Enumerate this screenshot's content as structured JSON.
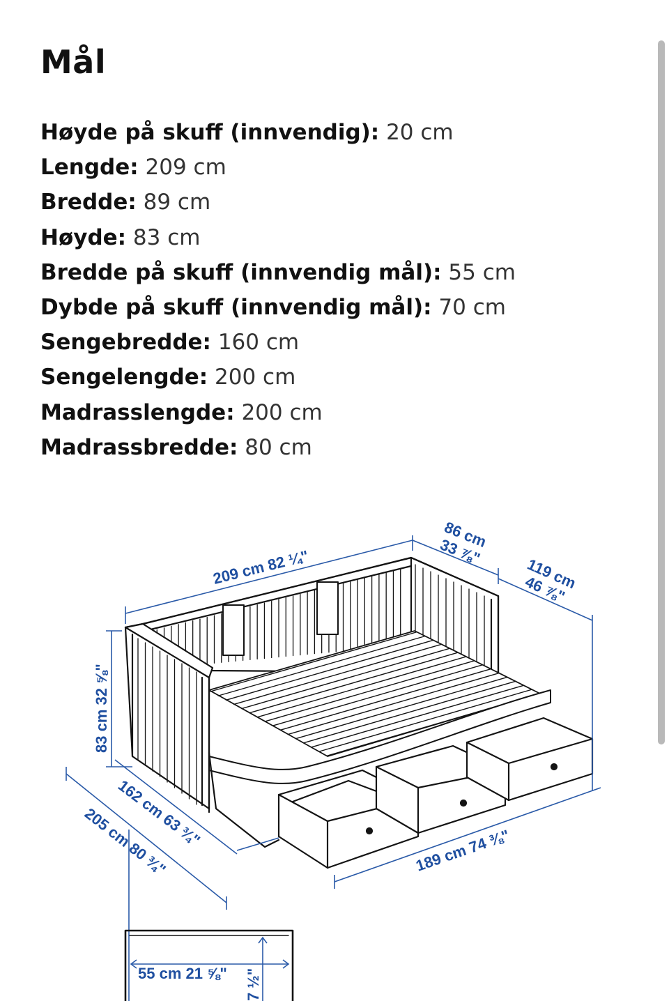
{
  "title": "Mål",
  "specs": [
    {
      "label": "Høyde på skuff (innvendig):",
      "value": "20 cm"
    },
    {
      "label": "Lengde:",
      "value": "209 cm"
    },
    {
      "label": "Bredde:",
      "value": "89 cm"
    },
    {
      "label": "Høyde:",
      "value": "83 cm"
    },
    {
      "label": "Bredde på skuff (innvendig mål):",
      "value": "55 cm"
    },
    {
      "label": "Dybde på skuff (innvendig mål):",
      "value": "70 cm"
    },
    {
      "label": "Sengebredde:",
      "value": "160 cm"
    },
    {
      "label": "Sengelengde:",
      "value": "200 cm"
    },
    {
      "label": "Madrasslengde:",
      "value": "200 cm"
    },
    {
      "label": "Madrassbredde:",
      "value": "80 cm"
    }
  ],
  "diagram": {
    "length": "209 cm 82 ¼\"",
    "depth_cm": "86 cm",
    "depth_in": "33 ⅞\"",
    "extended_cm": "119 cm",
    "extended_in": "46 ⅞\"",
    "height": "83 cm 32 ⅝\"",
    "bed_width": "162 cm 63 ¾\"",
    "total_width": "205 cm 80 ¾\"",
    "inner_length": "189 cm 74 ⅜\"",
    "drawer_width": "55 cm 21 ⅝\"",
    "drawer_height_partial": "7 ½\""
  },
  "colors": {
    "dimension": "#1f4fa0",
    "text": "#111111",
    "scrollbar": "#b9b9b9"
  }
}
